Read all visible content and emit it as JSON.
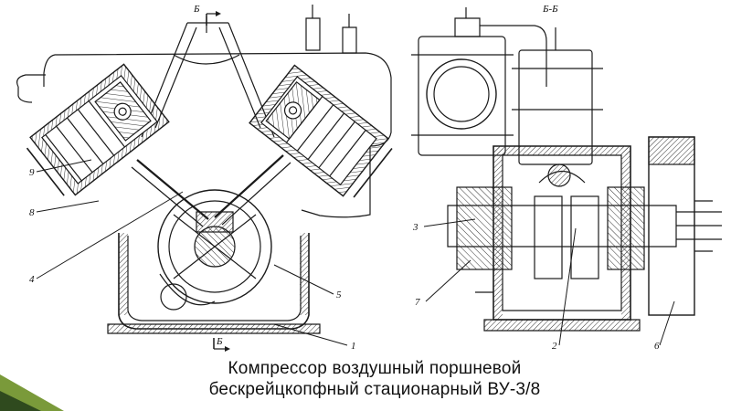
{
  "caption": {
    "line1": "Компрессор воздушный поршневой",
    "line2": "бескрейцкопфный стационарный ВУ-3/8"
  },
  "section_labels": {
    "top_left": "Б",
    "bottom_left": "Б",
    "top_right": "Б-Б"
  },
  "callouts": {
    "n9": "9",
    "n8": "8",
    "n4": "4",
    "n5": "5",
    "n1": "1",
    "n3": "3",
    "n7": "7",
    "n2": "2",
    "n6": "6"
  },
  "colors": {
    "line": "#1a1a1a",
    "hatch": "#333333",
    "corner_dark": "#2f4a1e",
    "corner_light": "#7a9a3a"
  }
}
